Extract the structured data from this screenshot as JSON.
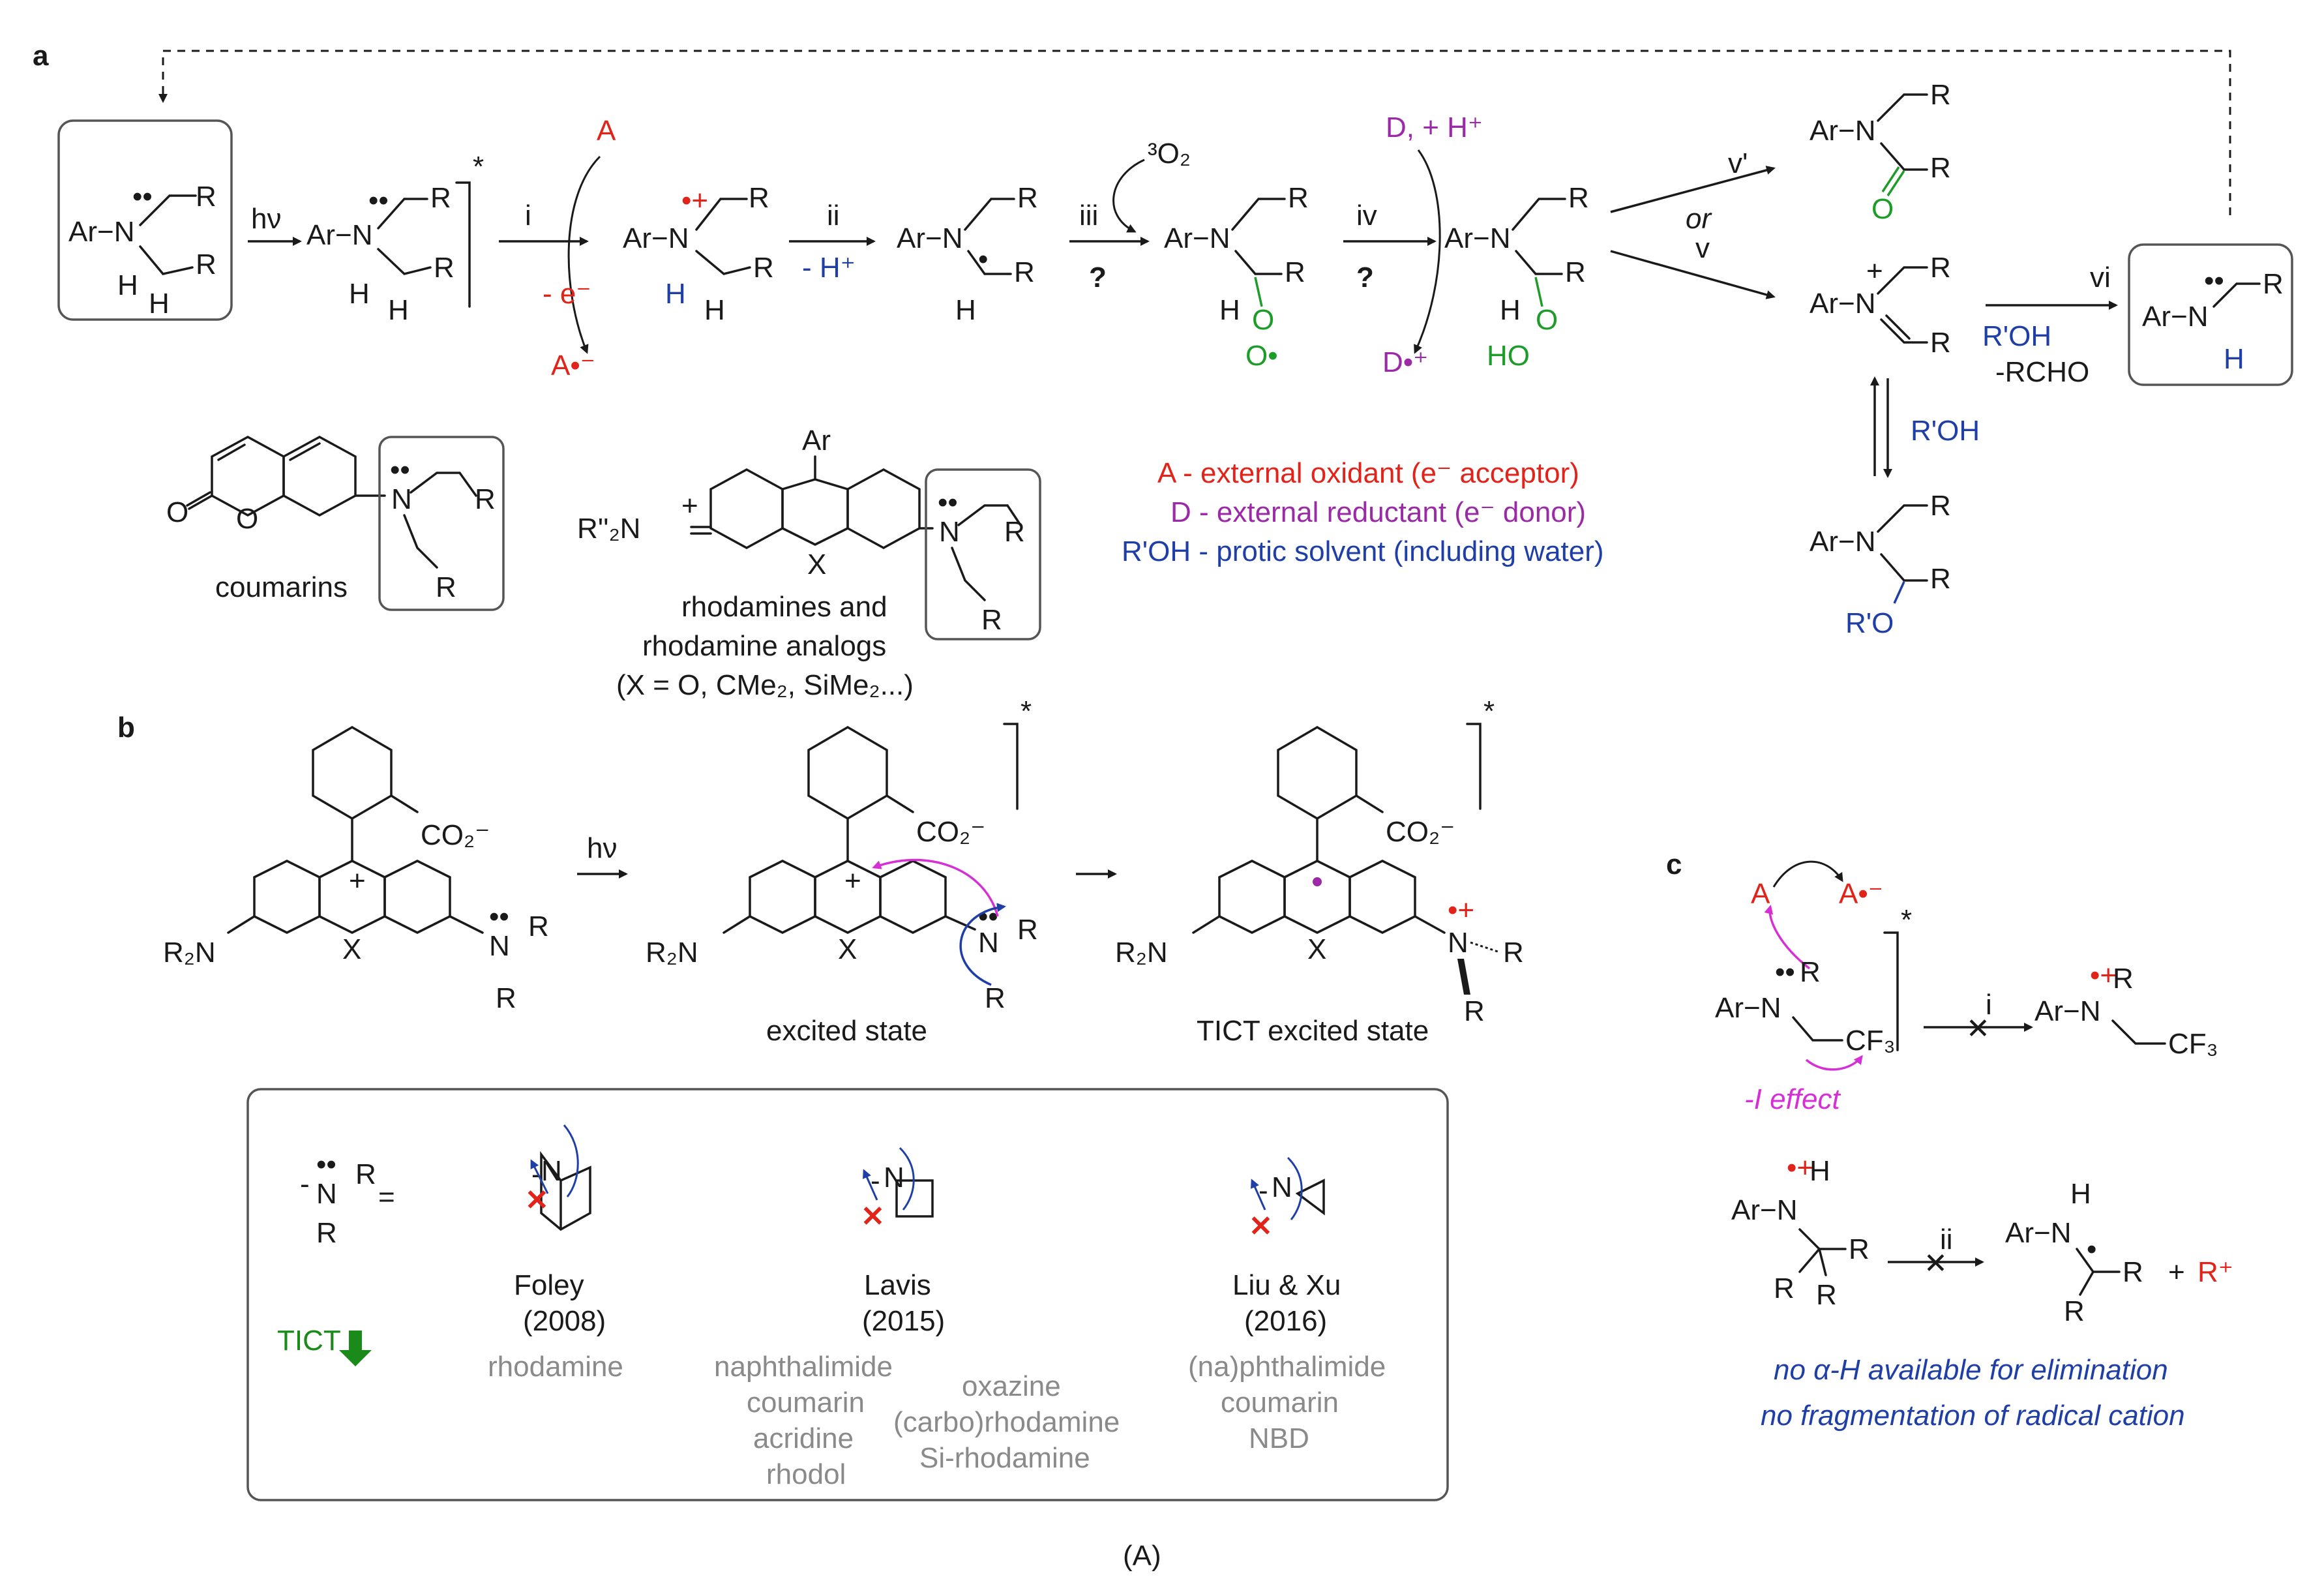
{
  "panels": {
    "a": "a",
    "b": "b",
    "c": "c",
    "caption": "(A)"
  },
  "a": {
    "amine": "Ar−N",
    "R": "R",
    "H": "H",
    "hv": "hν",
    "steps": {
      "i": "i",
      "ii": "ii",
      "iii": "iii",
      "iv": "iv",
      "v1": "v'",
      "or": "or",
      "v": "v",
      "vi": "vi"
    },
    "A": "A",
    "minus_e": "- e⁻",
    "A_radanion": "A•⁻",
    "minus_H": "- H⁺",
    "O2": "³O₂",
    "question": "?",
    "D_plus_H": "D, + H⁺",
    "D_radcation": "D•⁺",
    "HO": "HO",
    "O": "O",
    "Ostar": "O•",
    "ROH": "R'OH",
    "RCHO": "-RCHO",
    "RO": "R'O",
    "legend": [
      {
        "text": "A - external oxidant (e⁻ acceptor)",
        "color": "#e2231a"
      },
      {
        "text": "D - external reductant (e⁻ donor)",
        "color": "#9b2aa6"
      },
      {
        "text": "R'OH - protic solvent (including water)",
        "color": "#1f3fa6"
      }
    ],
    "coumarins": "coumarins",
    "rhodamines_1": "rhodamines and",
    "rhodamines_2": "rhodamine analogs",
    "rhodamines_3": "(X = O, CMe₂, SiMe₂...)",
    "Ar": "Ar",
    "X": "X",
    "R2N_imine": "R''₂N",
    "plus": "+"
  },
  "b": {
    "R2N": "R₂N",
    "CO2": "CO₂⁻",
    "X": "X",
    "N": "N",
    "R": "R",
    "hv": "hν",
    "star": "*",
    "excited": "excited state",
    "tict": "TICT excited state"
  },
  "legend_box": {
    "eq": "=",
    "tict": "TICT",
    "groups": [
      {
        "name": "Foley",
        "year": "(2008)",
        "dyes": [
          "rhodamine"
        ]
      },
      {
        "name": "Lavis",
        "year": "(2015)",
        "dyes": [
          "naphthalimide",
          "coumarin",
          "acridine",
          "rhodol"
        ],
        "dyes2": [
          "oxazine",
          "(carbo)rhodamine",
          "Si-rhodamine"
        ]
      },
      {
        "name": "Liu & Xu",
        "year": "(2016)",
        "dyes": [
          "(na)phthalimide",
          "coumarin",
          "NBD"
        ]
      }
    ]
  },
  "c": {
    "A": "A",
    "A_rad": "A•⁻",
    "ArN": "Ar−N",
    "CF3": "CF₃",
    "R": "R",
    "H": "H",
    "i": "i",
    "ii": "ii",
    "ieffect": "-I effect",
    "Rplus": "R⁺",
    "plus": "+",
    "note1": "no α-H available for elimination",
    "note2": "no fragmentation of radical cation"
  }
}
